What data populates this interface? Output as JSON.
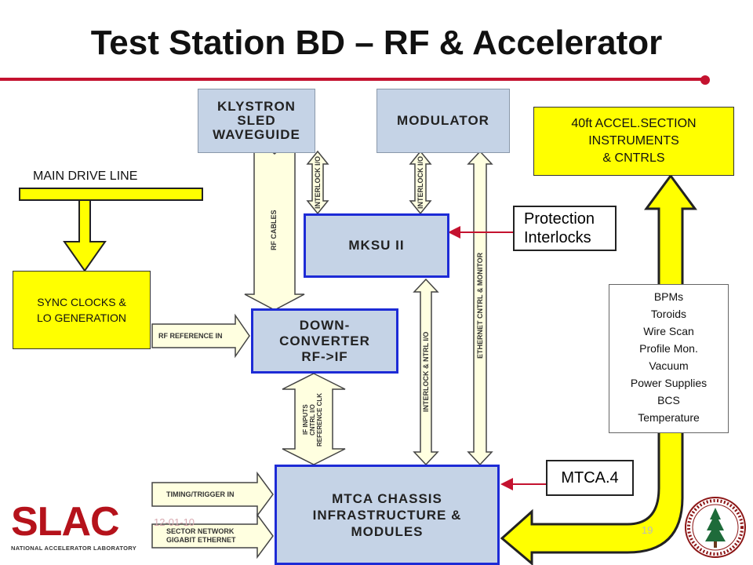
{
  "slide": {
    "title": "Test Station BD – RF & Accelerator",
    "date": "12-01-10",
    "page_number": "19"
  },
  "blocks": {
    "klystron": [
      "KLYSTRON",
      "SLED",
      "WAVEGUIDE"
    ],
    "modulator": "MODULATOR",
    "accel_section": [
      "40ft  ACCEL.SECTION",
      "INSTRUMENTS",
      "& CNTRLS"
    ],
    "main_drive_line": "MAIN DRIVE LINE",
    "sync_clocks": [
      "SYNC CLOCKS &",
      "LO GENERATION"
    ],
    "mksu": "MKSU II",
    "protection": [
      "Protection",
      "Interlocks"
    ],
    "downconverter": [
      "DOWN-",
      "CONVERTER",
      "RF->IF"
    ],
    "mtca_label": "MTCA.4",
    "mtca_chassis": [
      "MTCA CHASSIS",
      "INFRASTRUCTURE &",
      "MODULES"
    ],
    "instruments": [
      "BPMs",
      "Toroids",
      "Wire Scan",
      "Profile Mon.",
      "Vacuum",
      "Power Supplies",
      "BCS",
      "Temperature"
    ]
  },
  "signals": {
    "rf_cables": "RF CABLES",
    "interlock_io_1": "INTERLOCK I/O",
    "interlock_io_2": "INTERLOCK I/O",
    "ethernet": "ETHERNET CNTRL & MONITOR",
    "interlock_ntrl": "INTERLOCK & NTRL I/O",
    "rf_reference": "RF REFERENCE IN",
    "if_inputs": [
      "IF INPUTS",
      "CNTRL I/O",
      "REFERENCE CLK"
    ],
    "timing": "TIMING/TRIGGER IN",
    "sector_network": [
      "SECTOR NETWORK",
      "GIGABIT ETHERNET"
    ]
  },
  "logos": {
    "slac_text": "SLAC",
    "slac_sub": "NATIONAL ACCELERATOR LABORATORY",
    "seal": "Stanford University seal"
  },
  "colors": {
    "accent_red": "#c4122f",
    "block_blue": "#c5d3e6",
    "highlight_yellow": "#ffff00"
  }
}
